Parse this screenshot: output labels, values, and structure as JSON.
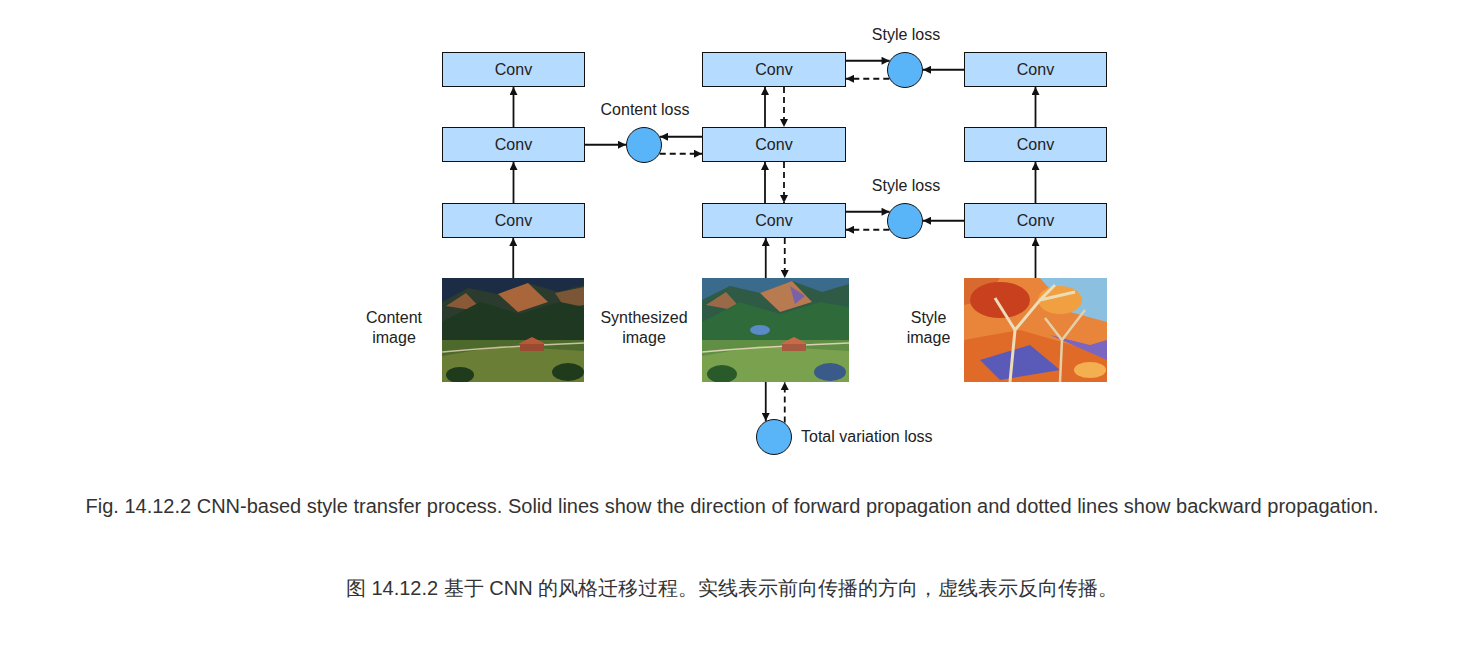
{
  "diagram": {
    "caption": "Fig. 14.12.2 CNN-based style transfer process. Solid lines show the direction of forward propagation and dotted lines show backward propagation.",
    "nodes": [
      {
        "text": [
          "Style loss"
        ]
      },
      {
        "text": [
          "Conv"
        ]
      },
      {
        "text": [
          "Conv"
        ]
      },
      {
        "text": [
          "Conv"
        ]
      },
      {
        "text": [
          "Content loss"
        ]
      },
      {
        "text": [
          "Conv"
        ]
      },
      {
        "text": [
          "Conv"
        ]
      },
      {
        "text": [
          "Conv"
        ]
      },
      {
        "text": [
          "Style loss"
        ]
      },
      {
        "text": [
          "Conv"
        ]
      },
      {
        "text": [
          "Conv"
        ]
      },
      {
        "text": [
          "Conv"
        ]
      },
      {
        "text": [
          "Content image"
        ]
      },
      {
        "text": [
          "Synthesized image"
        ]
      },
      {
        "text": [
          "Style image"
        ]
      },
      {
        "text": [
          "Total variation loss"
        ]
      }
    ],
    "edges": [
      {
        "from": 12,
        "to": 9,
        "arrow": "to"
      },
      {
        "from": 9,
        "to": 5,
        "arrow": "to"
      },
      {
        "from": 5,
        "to": 1,
        "arrow": "to"
      },
      {
        "from": 5,
        "to": 4,
        "arrow": "to"
      },
      {
        "from": 13,
        "to": 10,
        "arrow": "to"
      },
      {
        "from": 10,
        "to": 13,
        "arrow": "to"
      },
      {
        "from": 10,
        "to": 6,
        "arrow": "to"
      },
      {
        "from": 6,
        "to": 10,
        "arrow": "to"
      },
      {
        "from": 6,
        "to": 2,
        "arrow": "to"
      },
      {
        "from": 2,
        "to": 6,
        "arrow": "to"
      },
      {
        "from": 6,
        "to": 4,
        "arrow": "to"
      },
      {
        "from": 4,
        "to": 6,
        "arrow": "to"
      },
      {
        "from": 2,
        "to": 0,
        "arrow": "to"
      },
      {
        "from": 0,
        "to": 2,
        "arrow": "to"
      },
      {
        "from": 3,
        "to": 0,
        "arrow": "to"
      },
      {
        "from": 10,
        "to": 8,
        "arrow": "to"
      },
      {
        "from": 8,
        "to": 10,
        "arrow": "to"
      },
      {
        "from": 11,
        "to": 8,
        "arrow": "to"
      },
      {
        "from": 14,
        "to": 11,
        "arrow": "to"
      },
      {
        "from": 11,
        "to": 7,
        "arrow": "to"
      },
      {
        "from": 7,
        "to": 3,
        "arrow": "to"
      },
      {
        "from": 13,
        "to": 15,
        "arrow": "to"
      },
      {
        "from": 15,
        "to": 13,
        "arrow": "to"
      }
    ],
    "labels": [
      "图 14.12.2 基于 CNN 的风格迁移过程。实线表示前向传播的方向，虚线表示反向传播。"
    ]
  }
}
